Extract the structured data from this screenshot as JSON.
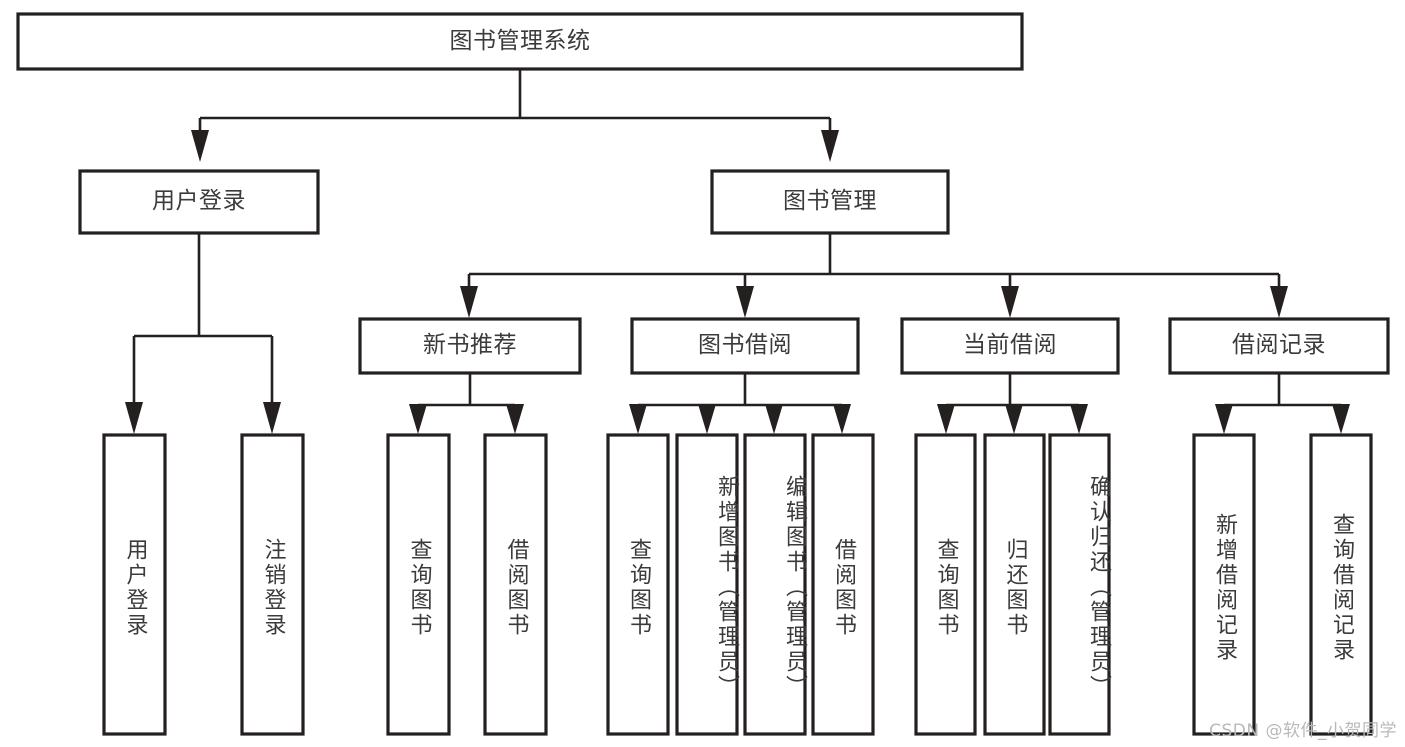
{
  "diagram": {
    "title": "图书管理系统",
    "type": "tree-hierarchy-chart",
    "orientation": "top-down",
    "colors": {
      "background": "#ffffff",
      "box_stroke": "#23201f",
      "box_fill": "#ffffff",
      "text": "#3b3b3b",
      "connector": "#23201f",
      "watermark": "#b9b9b9"
    },
    "root": {
      "label": "图书管理系统"
    },
    "level2": [
      {
        "label": "用户登录"
      },
      {
        "label": "图书管理"
      }
    ],
    "level3": [
      {
        "label": "新书推荐"
      },
      {
        "label": "图书借阅"
      },
      {
        "label": "当前借阅"
      },
      {
        "label": "借阅记录"
      }
    ],
    "leaves": {
      "user_login": [
        {
          "label": "用户登录"
        },
        {
          "label": "注销登录"
        }
      ],
      "new_book_recommend": [
        {
          "label": "查询图书"
        },
        {
          "label": "借阅图书"
        }
      ],
      "book_borrow": [
        {
          "label": "查询图书"
        },
        {
          "label": "新增图书（管理员）"
        },
        {
          "label": "编辑图书（管理员）"
        },
        {
          "label": "借阅图书"
        }
      ],
      "current_borrow": [
        {
          "label": "查询图书"
        },
        {
          "label": "归还图书"
        },
        {
          "label": "确认归还（管理员）"
        }
      ],
      "borrow_record": [
        {
          "label": "新增借阅记录"
        },
        {
          "label": "查询借阅记录"
        }
      ]
    }
  },
  "watermark": {
    "text": "CSDN @软件_小贺同学"
  }
}
